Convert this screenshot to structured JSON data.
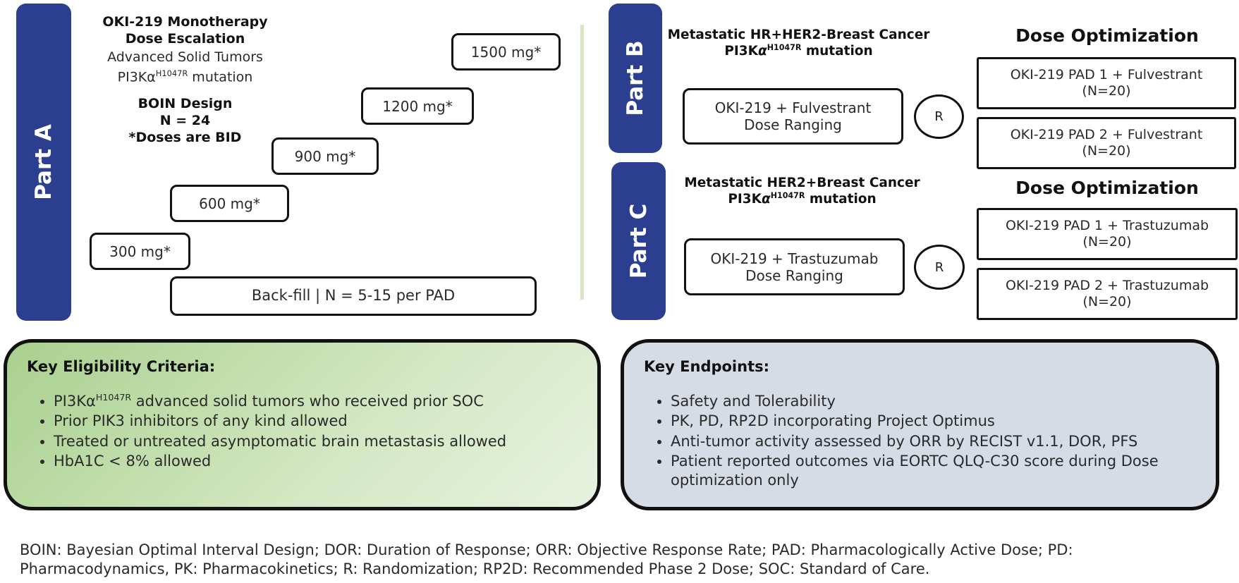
{
  "part_a": {
    "label": "Part A",
    "title_line1": "OKI-219 Monotherapy",
    "title_line2": "Dose Escalation",
    "subtitle": "Advanced Solid Tumors",
    "mutation_prefix": "PI3Kα",
    "mutation_sup": "H1047R",
    "mutation_suffix": " mutation",
    "design_line1": "BOIN Design",
    "design_line2": "N = 24",
    "design_line3": "*Doses are BID",
    "doses": [
      "1500 mg*",
      "1200 mg*",
      "900 mg*",
      "600 mg*",
      "300 mg*"
    ],
    "backfill": "Back-fill | N = 5-15 per PAD"
  },
  "part_b": {
    "label": "Part B",
    "title": "Metastatic HR+HER2-Breast Cancer",
    "mutation_prefix": "PI3K",
    "mutation_alpha": "α",
    "mutation_sup": "H1047R",
    "mutation_suffix": " mutation",
    "ranging_line1": "OKI-219 + Fulvestrant",
    "ranging_line2": "Dose Ranging",
    "randomization": "R",
    "optimization_title": "Dose Optimization",
    "arm1_line1": "OKI-219 PAD 1 + Fulvestrant",
    "arm1_line2": "(N=20)",
    "arm2_line1": "OKI-219 PAD 2 + Fulvestrant",
    "arm2_line2": "(N=20)"
  },
  "part_c": {
    "label": "Part C",
    "title": "Metastatic HER2+Breast Cancer",
    "mutation_prefix": "PI3K",
    "mutation_alpha": "α",
    "mutation_sup": "H1047R",
    "mutation_suffix": " mutation",
    "ranging_line1": "OKI-219 + Trastuzumab",
    "ranging_line2": "Dose Ranging",
    "randomization": "R",
    "optimization_title": "Dose Optimization",
    "arm1_line1": "OKI-219 PAD 1 + Trastuzumab",
    "arm1_line2": "(N=20)",
    "arm2_line1": "OKI-219 PAD 2 + Trastuzumab",
    "arm2_line2": "(N=20)"
  },
  "eligibility": {
    "title": "Key Eligibility Criteria:",
    "item1_prefix": "PI3Kα",
    "item1_sup": "H1047R",
    "item1_suffix": " advanced solid tumors who received prior SOC",
    "items": [
      "Prior PIK3 inhibitors of any kind allowed",
      "Treated or untreated asymptomatic brain metastasis allowed",
      "HbA1C < 8% allowed"
    ]
  },
  "endpoints": {
    "title": "Key Endpoints:",
    "items": [
      "Safety and Tolerability",
      "PK, PD, RP2D incorporating Project Optimus",
      "Anti-tumor activity assessed by ORR by RECIST v1.1, DOR, PFS",
      "Patient reported outcomes via EORTC QLQ-C30 score during Dose optimization only"
    ]
  },
  "footer": {
    "line1": "BOIN: Bayesian Optimal Interval Design; DOR: Duration of Response; ORR: Objective Response Rate; PAD: Pharmacologically Active Dose; PD:",
    "line2": "Pharmacodynamics, PK: Pharmacokinetics; R: Randomization; RP2D: Recommended Phase 2 Dose; SOC: Standard of Care."
  },
  "colors": {
    "part_bar": "#2b3e8f",
    "eligibility_panel": "#a9d08e",
    "endpoints_panel": "#d6dce6",
    "divider": "#d9e6c3"
  }
}
